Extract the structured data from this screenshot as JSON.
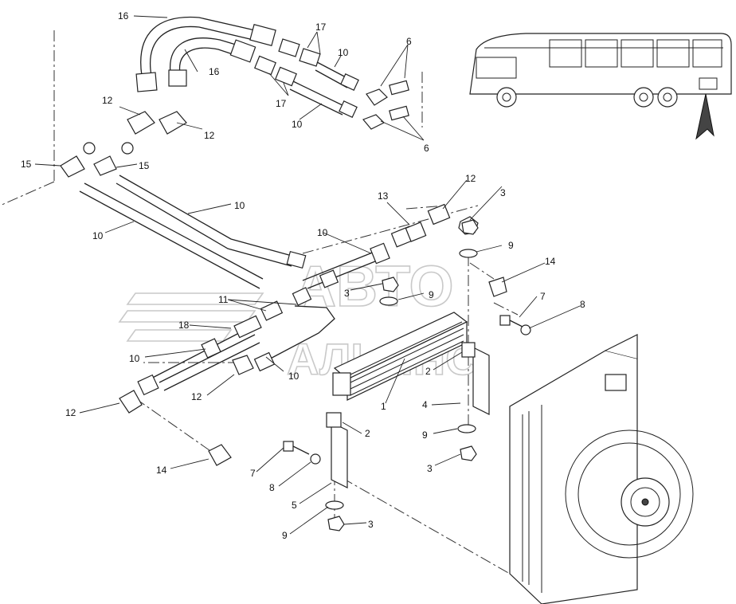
{
  "watermark": {
    "line1": "АВТО",
    "line2": "АЛЬЯНС"
  },
  "icons": {
    "bus": "bus-side-view-icon",
    "arrow": "location-arrow-icon"
  },
  "callouts": [
    {
      "id": "c16a",
      "text": "16"
    },
    {
      "id": "c16b",
      "text": "16"
    },
    {
      "id": "c17a",
      "text": "17"
    },
    {
      "id": "c17b",
      "text": "17"
    },
    {
      "id": "c10a",
      "text": "10"
    },
    {
      "id": "c10b",
      "text": "10"
    },
    {
      "id": "c6a",
      "text": "6"
    },
    {
      "id": "c6b",
      "text": "6"
    },
    {
      "id": "c12a",
      "text": "12"
    },
    {
      "id": "c12b",
      "text": "12"
    },
    {
      "id": "c15a",
      "text": "15"
    },
    {
      "id": "c15b",
      "text": "15"
    },
    {
      "id": "c10c",
      "text": "10"
    },
    {
      "id": "c10d",
      "text": "10"
    },
    {
      "id": "c12c",
      "text": "12"
    },
    {
      "id": "c13",
      "text": "13"
    },
    {
      "id": "c3a",
      "text": "3"
    },
    {
      "id": "c10e",
      "text": "10"
    },
    {
      "id": "c9a",
      "text": "9"
    },
    {
      "id": "c14a",
      "text": "14"
    },
    {
      "id": "c3b",
      "text": "3"
    },
    {
      "id": "c9b",
      "text": "9"
    },
    {
      "id": "c7a",
      "text": "7"
    },
    {
      "id": "c8a",
      "text": "8"
    },
    {
      "id": "c11",
      "text": "11"
    },
    {
      "id": "c18",
      "text": "18"
    },
    {
      "id": "c10f",
      "text": "10"
    },
    {
      "id": "c10g",
      "text": "10"
    },
    {
      "id": "c12d",
      "text": "12"
    },
    {
      "id": "c2a",
      "text": "2"
    },
    {
      "id": "c1",
      "text": "1"
    },
    {
      "id": "c4",
      "text": "4"
    },
    {
      "id": "c12e",
      "text": "12"
    },
    {
      "id": "c2b",
      "text": "2"
    },
    {
      "id": "c9c",
      "text": "9"
    },
    {
      "id": "c3c",
      "text": "3"
    },
    {
      "id": "c14b",
      "text": "14"
    },
    {
      "id": "c7b",
      "text": "7"
    },
    {
      "id": "c8b",
      "text": "8"
    },
    {
      "id": "c5",
      "text": "5"
    },
    {
      "id": "c9d",
      "text": "9"
    },
    {
      "id": "c3d",
      "text": "3"
    }
  ]
}
